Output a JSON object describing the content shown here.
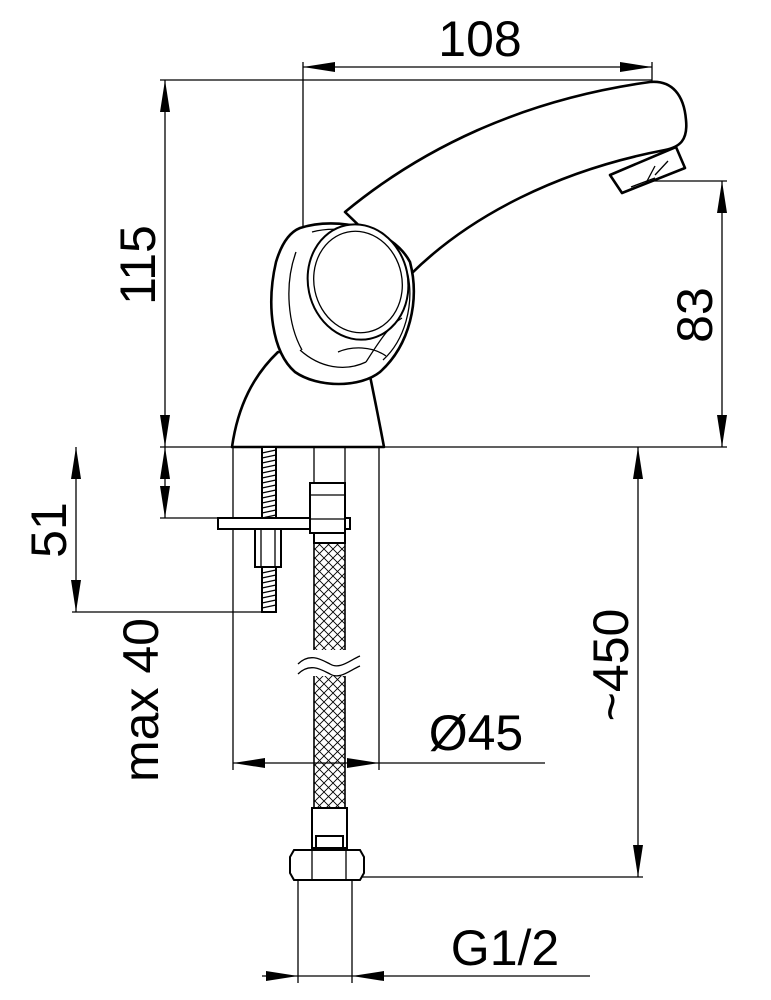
{
  "dimensions": {
    "width_top": "108",
    "height_total": "115",
    "spout_height": "83",
    "shank_length": "51",
    "max_thickness": "max 40",
    "hose_length": "~450",
    "base_diameter": "Ø45",
    "connection_thread": "G1/2"
  },
  "colors": {
    "line": "#000000",
    "background": "#ffffff"
  }
}
